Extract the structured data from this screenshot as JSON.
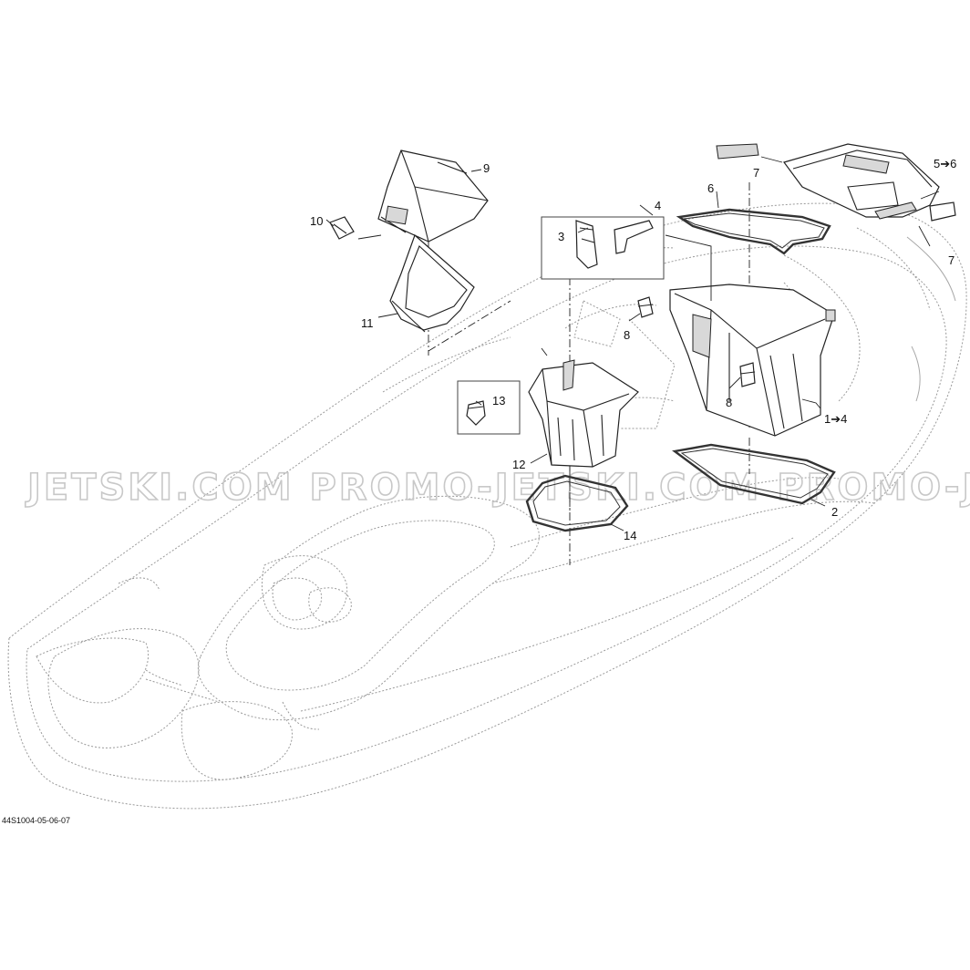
{
  "callouts": {
    "c1": "1➔4",
    "c2": "2",
    "c3": "3",
    "c4": "4",
    "c5": "5➔6",
    "c6": "6",
    "c7a": "7",
    "c7b": "7",
    "c8a": "8",
    "c8b": "8",
    "c9": "9",
    "c10": "10",
    "c11": "11",
    "c12": "12",
    "c13": "13",
    "c14": "14"
  },
  "watermark": "JETSKI.COM  PROMO-JETSKI.COM  PROMO-JETSKI.COM",
  "drawing_code": "44S1004-05-06-07"
}
